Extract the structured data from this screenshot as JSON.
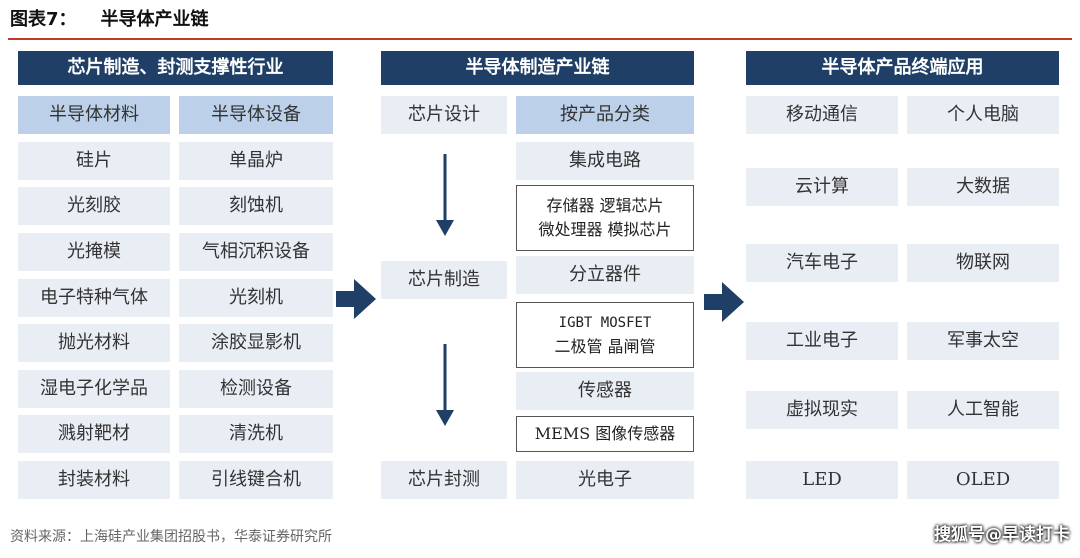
{
  "figure": {
    "title_no": "图表7：",
    "title_text": "半导体产业链",
    "source": "资料来源：上海硅产业集团招股书，华泰证券研究所",
    "watermark": "搜狐号@早读打卡"
  },
  "colors": {
    "header_bg": "#1f3f66",
    "box_bg": "#e9eef5",
    "sub_header_bg": "#bcd0ea",
    "rule": "#c0392b"
  },
  "left": {
    "header": "芯片制造、封测支撑性行业",
    "materials": {
      "title": "半导体材料",
      "items": [
        "硅片",
        "光刻胶",
        "光掩模",
        "电子特种气体",
        "抛光材料",
        "湿电子化学品",
        "溅射靶材",
        "封装材料"
      ]
    },
    "equipment": {
      "title": "半导体设备",
      "items": [
        "单晶炉",
        "刻蚀机",
        "气相沉积设备",
        "光刻机",
        "涂胶显影机",
        "检测设备",
        "清洗机",
        "引线键合机"
      ]
    }
  },
  "middle": {
    "header": "半导体制造产业链",
    "stages": [
      "芯片设计",
      "芯片制造",
      "芯片封测"
    ],
    "classify_title": "按产品分类",
    "products": {
      "ic": "集成电路",
      "ic_sub_1": "存储器 逻辑芯片",
      "ic_sub_2": "微处理器 模拟芯片",
      "discrete": "分立器件",
      "discrete_sub_1": "IGBT MOSFET",
      "discrete_sub_2": "二极管 晶闸管",
      "sensor": "传感器",
      "sensor_sub": "MEMS 图像传感器",
      "opto": "光电子"
    }
  },
  "right": {
    "header": "半导体产品终端应用",
    "apps": [
      "移动通信",
      "个人电脑",
      "云计算",
      "大数据",
      "汽车电子",
      "物联网",
      "工业电子",
      "军事太空",
      "虚拟现实",
      "人工智能",
      "LED",
      "OLED"
    ]
  }
}
